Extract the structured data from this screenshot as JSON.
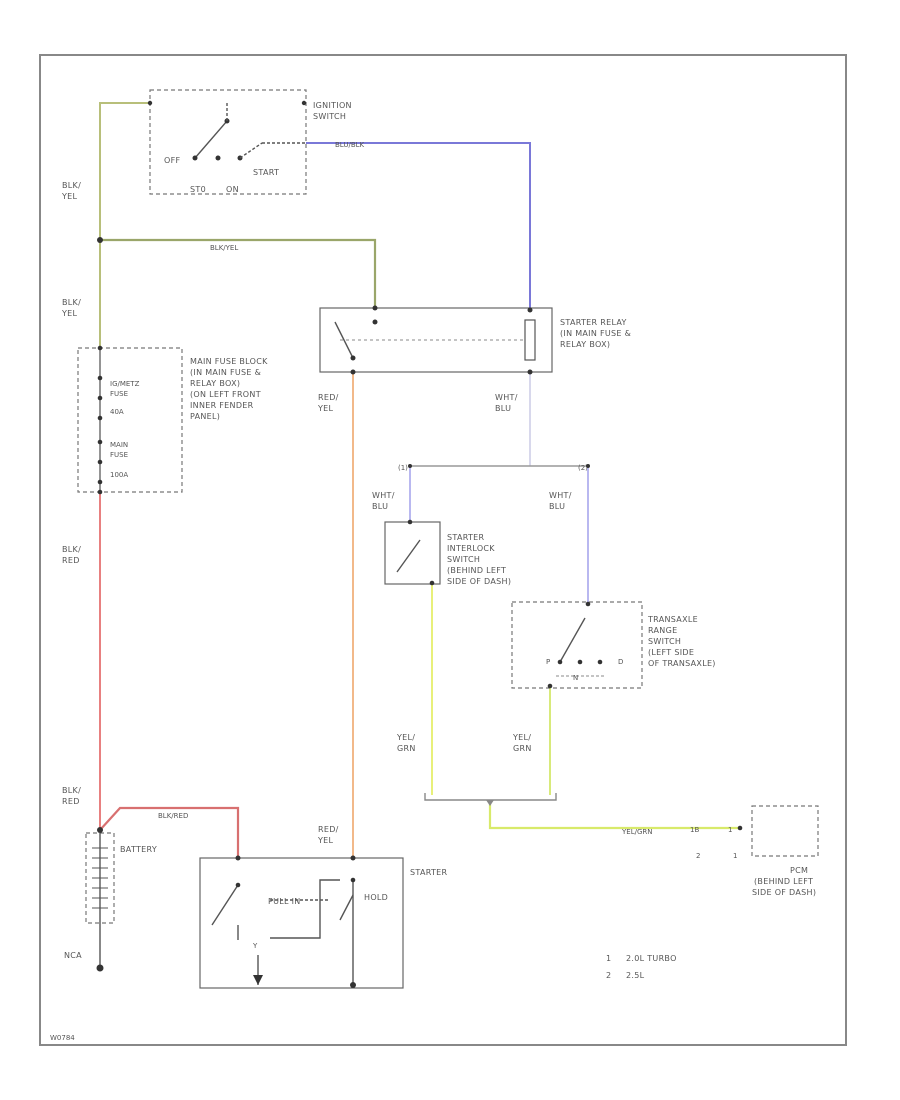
{
  "diagram_id": "W0784",
  "components": {
    "ignition_switch": {
      "name_lines": [
        "IGNITION",
        "SWITCH"
      ],
      "positions": [
        "OFF",
        "START",
        "ST0",
        "ON"
      ]
    },
    "starter_relay": {
      "name_lines": [
        "STARTER RELAY",
        "(IN MAIN FUSE &",
        "RELAY BOX)"
      ]
    },
    "main_fuse_block": {
      "name_lines": [
        "MAIN FUSE BLOCK",
        "(IN MAIN FUSE &",
        "RELAY BOX)",
        "(ON LEFT FRONT",
        "INNER FENDER",
        "PANEL)"
      ],
      "fuse1_lines": [
        "IG/METZ",
        "FUSE",
        "40A"
      ],
      "fuse2_lines": [
        "MAIN",
        "FUSE",
        "100A"
      ]
    },
    "starter_interlock": {
      "name_lines": [
        "STARTER",
        "INTERLOCK",
        "SWITCH",
        "(BEHIND LEFT",
        "SIDE OF DASH)"
      ]
    },
    "transaxle_range": {
      "name_lines": [
        "TRANSAXLE",
        "RANGE",
        "SWITCH",
        "(LEFT SIDE",
        "OF TRANSAXLE)"
      ],
      "positions": [
        "P",
        "N",
        "D"
      ]
    },
    "battery": {
      "name": "BATTERY",
      "ground": "NCA"
    },
    "starter": {
      "name": "STARTER",
      "pull_in": "PULL IN",
      "hold": "HOLD"
    },
    "pcm": {
      "name_lines": [
        "PCM",
        "(BEHIND LEFT",
        "SIDE OF DASH)"
      ],
      "pins": [
        "2",
        "1"
      ]
    }
  },
  "wires": {
    "blk_yel_top": [
      "BLK/",
      "YEL"
    ],
    "blk_yel_mid": [
      "BLK/",
      "YEL"
    ],
    "blk_yel_horiz": "BLK/YEL",
    "blu_blk": "BLU/BLK",
    "red_yel_upper": [
      "RED/",
      "YEL"
    ],
    "red_yel_lower": [
      "RED/",
      "YEL"
    ],
    "wht_blu_relay": [
      "WHT/",
      "BLU"
    ],
    "wht_blu_left": [
      "WHT/",
      "BLU"
    ],
    "wht_blu_right": [
      "WHT/",
      "BLU"
    ],
    "blk_red_vert": [
      "BLK/",
      "RED"
    ],
    "blk_red_lower": [
      "BLK/",
      "RED"
    ],
    "blk_red_horiz": "BLK/RED",
    "yel_grn_left": [
      "YEL/",
      "GRN"
    ],
    "yel_grn_right": [
      "YEL/",
      "GRN"
    ],
    "yel_grn_pcm": "YEL/GRN",
    "splice_left": "(1)",
    "splice_right": "(2)",
    "pcm_conn_1": "1B",
    "pcm_conn_2": "1"
  },
  "legend": [
    {
      "num": "1",
      "text": "2.0L TURBO"
    },
    {
      "num": "2",
      "text": "2.5L"
    }
  ],
  "colors": {
    "blk_yel": "#b8bf7a",
    "blu_blk": "#7a78d8",
    "red_yel": "#f2b98a",
    "blk_red": "#e88080",
    "wht_blu": "#b9b8f0",
    "yel_grn": "#e8f07a",
    "frame": "#888888"
  }
}
